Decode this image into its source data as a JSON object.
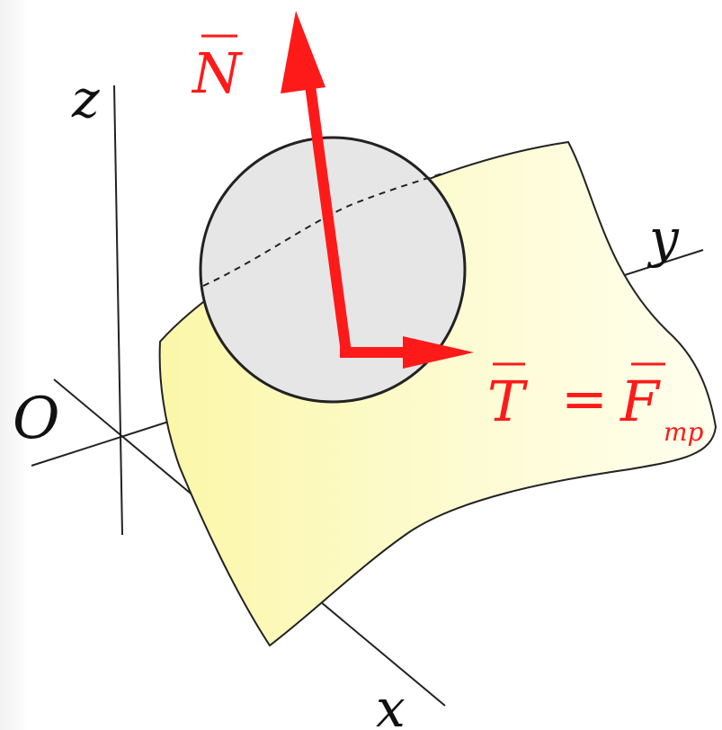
{
  "labels": {
    "z_axis": "z",
    "y_axis": "y",
    "x_axis": "x",
    "origin": "O",
    "normal_force": "N",
    "tangent_force": "T",
    "equals": "=",
    "friction_force": "F",
    "friction_subscript": "mp"
  },
  "colors": {
    "force": "#ff1a1a",
    "surface_left": "#fbf7a8",
    "surface_right": "#ffffee",
    "ball_fill": "#e6e6e6",
    "outline": "#222222",
    "axis": "#222222"
  }
}
